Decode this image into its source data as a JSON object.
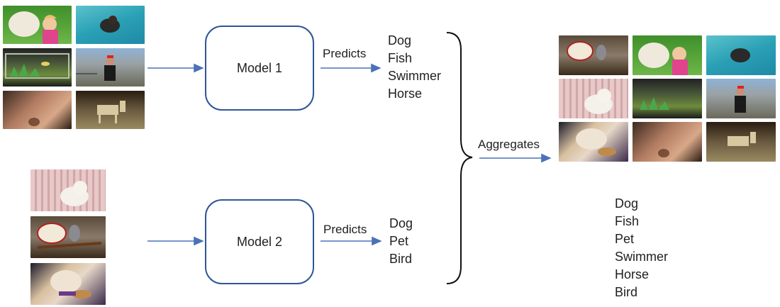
{
  "model1": {
    "label": "Model 1",
    "arrow_label": "Predicts",
    "predictions": [
      "Dog",
      "Fish",
      "Swimmer",
      "Horse"
    ]
  },
  "model2": {
    "label": "Model 2",
    "arrow_label": "Predicts",
    "predictions": [
      "Dog",
      "Pet",
      "Bird"
    ]
  },
  "aggregate": {
    "arrow_label": "Aggregates",
    "labels": [
      "Dog",
      "Fish",
      "Pet",
      "Swimmer",
      "Horse",
      "Bird"
    ]
  },
  "colors": {
    "arrow": "#4a72b8",
    "box_border": "#2f5597",
    "text": "#1f1f1f"
  },
  "icons": {
    "dataset1": [
      "dog-girl-photo",
      "swimmer-pool-photo",
      "fish-tank-photo",
      "man-fence-photo",
      "fish-closeup-photo",
      "horses-photo"
    ],
    "dataset2": [
      "pet-dog-photo",
      "parrot-sign-photo",
      "dog-toy-photo"
    ],
    "aggregated": [
      "parrot-sign-photo",
      "dog-girl-photo",
      "swimmer-pool-photo",
      "pet-dog-photo",
      "fish-tank-photo",
      "man-fence-photo",
      "dog-toy-photo",
      "fish-closeup-photo",
      "horses-photo"
    ]
  }
}
